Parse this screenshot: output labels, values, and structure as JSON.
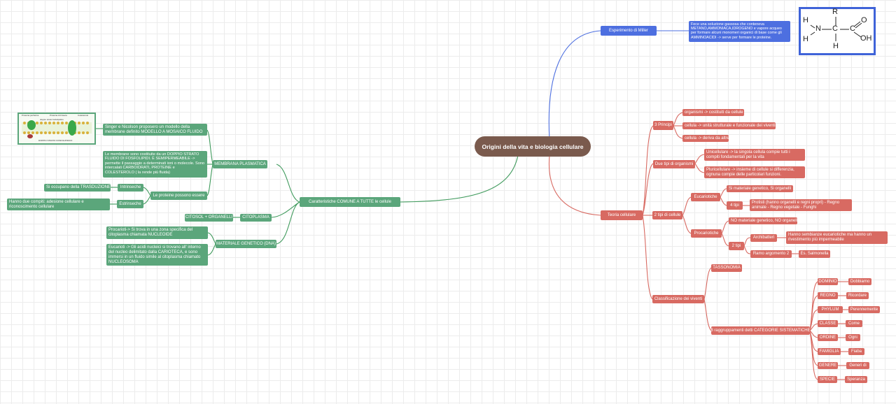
{
  "root": "Origini della vita e biologia cellulare",
  "miller": {
    "title": "Esperimento di Miller",
    "note": "Fece una soluzione gassosa che conteneva METANO,AMMONIACA,IDROGENO e vapore acqueo per formare alcuni monomeri organici di base come gli AMMINOACIDI -> serve per formare le proteine.",
    "molecule": {
      "R": "R",
      "H1": "H",
      "N": "N",
      "C1": "C",
      "C2": "C",
      "O": "O",
      "OH": "OH",
      "H2": "H",
      "H3": "H"
    }
  },
  "teoria": {
    "title": "Teoria cellulare",
    "principi": {
      "title": "3 Principi",
      "items": [
        "organismi -> costituiti da cellule",
        "cellula -> unità strutturale e funzionale dei viventi",
        "cellula -> deriva da altre cellule"
      ]
    },
    "organismi": {
      "title": "Due tipi di organismi",
      "uni": "Unicellulare -> la singola cellula compie tutti i compiti fondamentali per la vita",
      "pluri": "Pluricellulare -> insieme di cellule si differenzia, ognuna compie delle particolari funzioni."
    },
    "cellule": {
      "title": "2 tipi di cellule",
      "euc": {
        "title": "Eucariotiche",
        "mat": "Si materiale genetico, Si organelli",
        "tipi": "4 tipi",
        "protisti": "Protisti (hanno organelli e regni propri) - Regno animale - Regno vegetale - Funghi"
      },
      "pro": {
        "title": "Procariotiche",
        "mat": "NO materiale genetico, NO organelli",
        "tipi": "2 tipi",
        "archi": "Archibatteri",
        "archi_note": "Hanno sembianze eucariotiche ma hanno un rivestimento più impermeabile",
        "ramo": "Ramo argomento 2",
        "es": "Es. Salmonella"
      }
    }
  },
  "classificazione": {
    "title": "Classificazione dei viventi",
    "tassonomia": "TASSONOMIA",
    "categorie": "8 raggruppamenti detti CATEGORIE SISTEMATICHE",
    "levels": [
      {
        "name": "DOMINIO",
        "mnemonic": "Dobbiamo"
      },
      {
        "name": "REGNO",
        "mnemonic": "Ricordare"
      },
      {
        "name": "PHYLUM",
        "mnemonic": "Perennemente"
      },
      {
        "name": "CLASSE",
        "mnemonic": "Come"
      },
      {
        "name": "ORDINE",
        "mnemonic": "Ogni"
      },
      {
        "name": "FAMIGLIA",
        "mnemonic": "Fiaba"
      },
      {
        "name": "GENERE",
        "mnemonic": "Generi di"
      },
      {
        "name": "SPECIE",
        "mnemonic": "Speranza"
      }
    ]
  },
  "comune": {
    "title": "Caratteristiche COMUNE A TUTTE le cellule",
    "membrana": {
      "title": "MEMBRANA PLASMATICA",
      "singer": "Singer e Nicolson proposero un modello della membrane definito MODELLO A MOSAICO FLUIDO",
      "doppio": "Le membrane sono costituite da un DOPPIO STRATO FLUIDO DI FOSFOLIPIDI. È SEMIPERMEABILE -> permette il passaggio a determinati ioni o molecole. Sono intercalati CARBOIDRATI, PROTEINE e COLESTEROLO ( la rende più fluida)",
      "proteine": "Le proteine possono essere",
      "intrinseche": "Intrinseche",
      "intrinseche_note": "Si occupano della TRASDUZIONE",
      "estrinseche": "Estrinseche",
      "estrinseche_note": "Hanno due compiti: adesione cellulare e riconoscimento cellulare",
      "image": {
        "label1": "Proteina periferica",
        "label2": "Proteina intrinseca",
        "label3": "Colesterolo",
        "label4": "doppio strato fosfolipidico",
        "caption": "DOPPIO STRATO FOSFOLIPIDICO"
      }
    },
    "citoplasma": {
      "title": "CITOPLASMA",
      "note": "CITOSOL + ORGANELLI"
    },
    "materiale": {
      "title": "MATERIALE GENETICO (DNA)",
      "procarioti": "Procarioti-> Si trova in una zona specifica del citoplasma chiamata NUCLEOIDE",
      "eucarioti": "Eucarioti -> Gli acidi nucleici si trovano all' interno del nucleo delimitato dalla CARIOTECA, e sono immersi in un fluido simile al citoplasma chiamato NUCLEOSOMA"
    }
  },
  "colors": {
    "green": "#5ba67b",
    "red": "#d86a62",
    "blue": "#4d6fe0",
    "root": "#7a5a4d"
  }
}
